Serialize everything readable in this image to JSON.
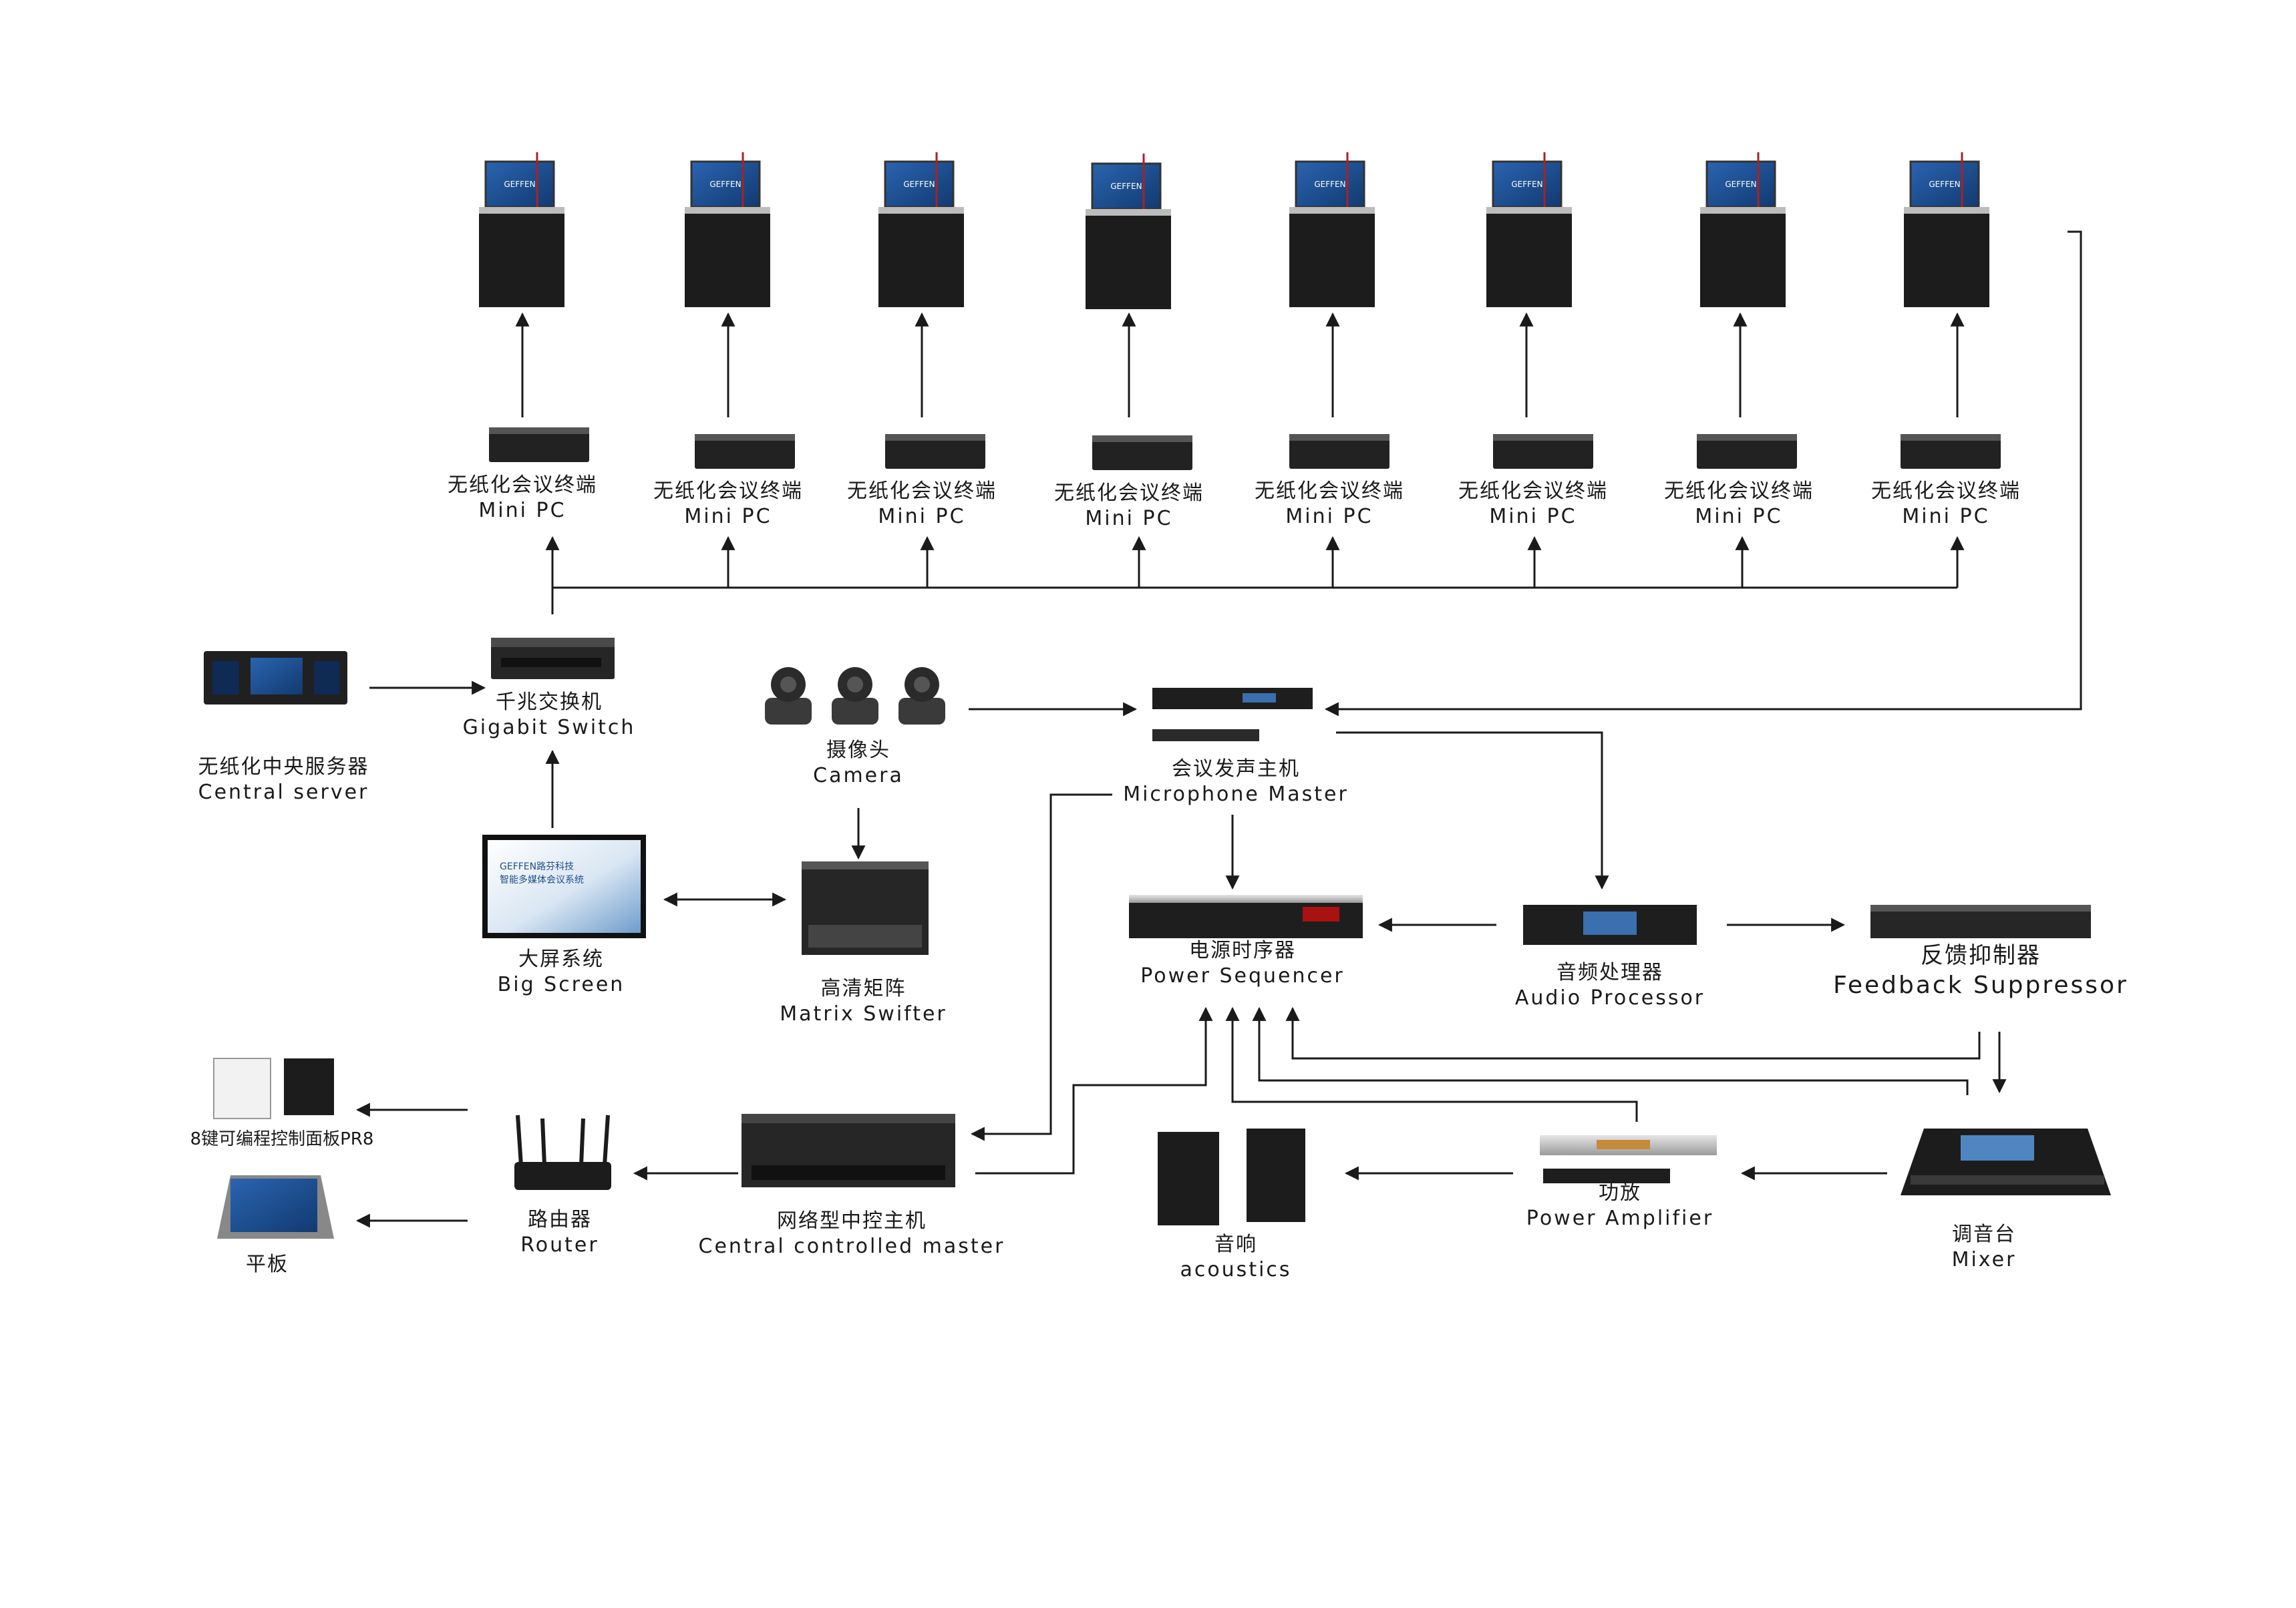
{
  "terminals": [
    {
      "zh": "无纸化会议终端",
      "en": "Mini PC"
    },
    {
      "zh": "无纸化会议终端",
      "en": "Mini PC"
    },
    {
      "zh": "无纸化会议终端",
      "en": "Mini PC"
    },
    {
      "zh": "无纸化会议终端",
      "en": "Mini PC"
    },
    {
      "zh": "无纸化会议终端",
      "en": "Mini PC"
    },
    {
      "zh": "无纸化会议终端",
      "en": "Mini PC"
    },
    {
      "zh": "无纸化会议终端",
      "en": "Mini PC"
    },
    {
      "zh": "无纸化会议终端",
      "en": "Mini PC"
    }
  ],
  "terminal_screen_brand": "GEFFEN",
  "devices": {
    "server": {
      "zh": "无纸化中央服务器",
      "en": "Central server"
    },
    "switch": {
      "zh": "千兆交换机",
      "en": "Gigabit Switch"
    },
    "camera": {
      "zh": "摄像头",
      "en": "Camera"
    },
    "mic_master": {
      "zh": "会议发声主机",
      "en": "Microphone Master"
    },
    "big_screen": {
      "zh": "大屏系统",
      "en": "Big Screen"
    },
    "matrix": {
      "zh": "高清矩阵",
      "en": "Matrix Swifter"
    },
    "power_seq": {
      "zh": "电源时序器",
      "en": "Power Sequencer"
    },
    "audio_proc": {
      "zh": "音频处理器",
      "en": "Audio Processor"
    },
    "feedback": {
      "zh": "反馈抑制器",
      "en": "Feedback Suppressor"
    },
    "panel": {
      "zh": "8键可编程控制面板PR8"
    },
    "tablet": {
      "zh": "平板"
    },
    "router": {
      "zh": "路由器",
      "en": "Router"
    },
    "central_ctrl": {
      "zh": "网络型中控主机",
      "en": "Central controlled master"
    },
    "speakers": {
      "zh": "音响",
      "en": "acoustics"
    },
    "amplifier": {
      "zh": "功放",
      "en": "Power Amplifier"
    },
    "mixer": {
      "zh": "调音台",
      "en": "Mixer"
    }
  },
  "big_screen_content": {
    "brand": "GEFFEN路芬科技",
    "title": "智能多媒体会议系统"
  },
  "colors": {
    "line": "#1a1a1a",
    "device_dark": "#1c1c1c",
    "screen_blue": "#1f4d8c"
  }
}
